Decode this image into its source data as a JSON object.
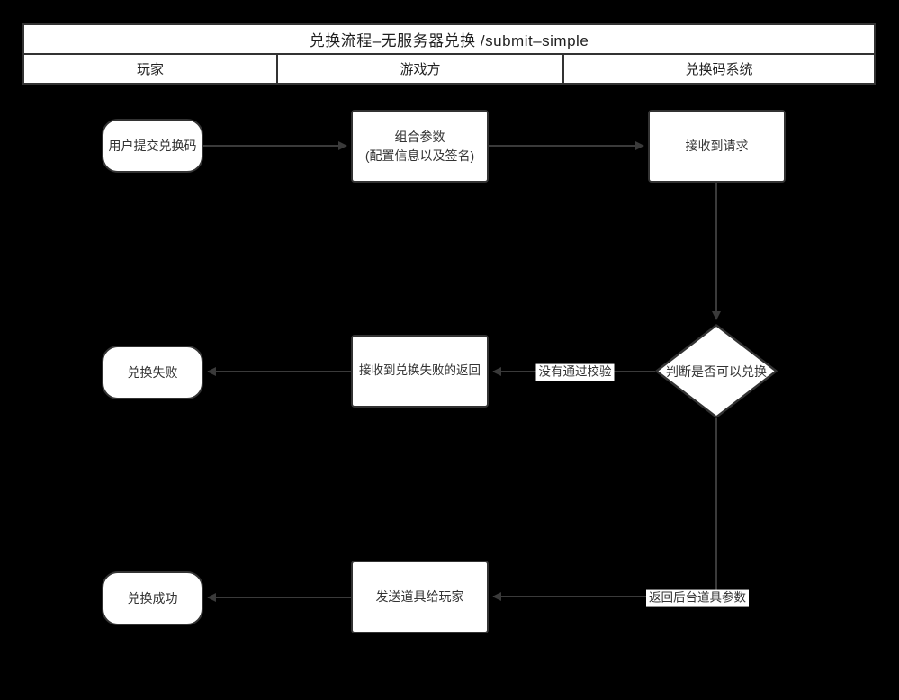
{
  "title": "兑换流程–无服务器兑换 /submit–simple",
  "lanes": {
    "player": "玩家",
    "game": "游戏方",
    "system": "兑换码系统"
  },
  "nodes": {
    "submit_code": "用户提交兑换码",
    "combine_params_line1": "组合参数",
    "combine_params_line2": "(配置信息以及签名)",
    "receive_request": "接收到请求",
    "decision": "判断是否可以兑换",
    "receive_failure": "接收到兑换失败的返回",
    "redeem_failed": "兑换失败",
    "send_items": "发送道具给玩家",
    "redeem_success": "兑换成功"
  },
  "edge_labels": {
    "validation_failed": "没有通过校验",
    "return_item_params": "返回后台道具参数"
  },
  "colors": {
    "background": "#000000",
    "shape_fill": "#ffffff",
    "shape_stroke": "#333333",
    "edge_line": "#3a3a3a",
    "text": "#333333"
  }
}
